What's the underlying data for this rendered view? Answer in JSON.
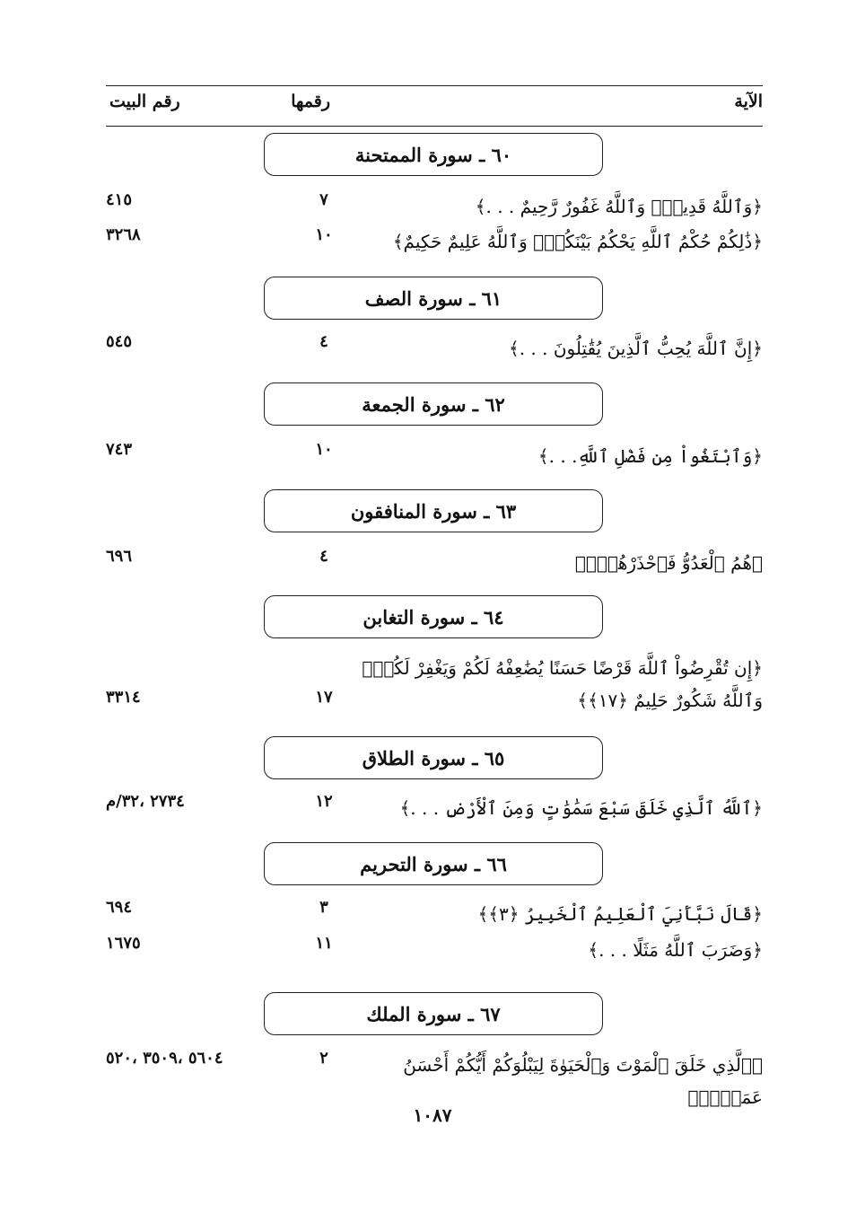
{
  "header": {
    "verse": "الآية",
    "number": "رقمها",
    "house": "رقم البيت"
  },
  "surahs": [
    {
      "title": "٦٠ ـ سورة الممتحنة",
      "rows": [
        {
          "verse": "﴿وَٱللَّهُ قَدِيرٌۚ وَٱللَّهُ غَفُورٌ رَّحِيمٌ . . .﴾",
          "num": "٧",
          "house": "٤١٥"
        },
        {
          "verse": "﴿ذَٰلِكُمْ حُكْمُ ٱللَّهِ يَحْكُمُ بَيْنَكُمْۚ وَٱللَّهُ عَلِيمٌ حَكِيمٌ﴾",
          "num": "١٠",
          "house": "٣٢٦٨"
        }
      ]
    },
    {
      "title": "٦١ ـ سورة الصف",
      "rows": [
        {
          "verse": "﴿إِنَّ ٱللَّهَ يُحِبُّ ٱلَّذِينَ يُقَٰتِلُونَ . . .﴾",
          "num": "٤",
          "house": "٥٤٥"
        }
      ]
    },
    {
      "title": "٦٢ ـ سورة الجمعة",
      "rows": [
        {
          "verse": "﴿وَٱبْتَغُواْ مِن فَضْلِ ٱللَّهِ. . .﴾",
          "num": "١٠",
          "house": "٧٤٣"
        }
      ]
    },
    {
      "title": "٦٣ ـ سورة المنافقون",
      "rows": [
        {
          "verse": "﴿هُمُ ٱلْعَدُوُّ فَٱحْذَرْهُمْۚ﴾",
          "num": "٤",
          "house": "٦٩٦"
        }
      ]
    },
    {
      "title": "٦٤ ـ سورة التغابن",
      "rows": [
        {
          "verse": "﴿إِن تُقْرِضُواْ ٱللَّهَ قَرْضًا حَسَنًا يُضَٰعِفْهُ لَكُمْ وَيَغْفِرْ لَكُمْۚ وَٱللَّهُ شَكُورٌ حَلِيمٌ ﴿١٧﴾﴾",
          "num": "١٧",
          "house": "٣٣١٤"
        }
      ]
    },
    {
      "title": "٦٥ ـ سورة الطلاق",
      "rows": [
        {
          "verse": "﴿ٱللَّهُ ٱلَّذِي خَلَقَ سَبْعَ سَمَٰوَٰتٍ وَمِنَ ٱلْأَرْضِ . . .﴾",
          "num": "١٢",
          "house": "٢٧٣٤ ،٣٢/م"
        }
      ]
    },
    {
      "title": "٦٦ ـ سورة التحريم",
      "rows": [
        {
          "verse": "﴿قَالَ نَبَّأَنِيَ ٱلْعَلِيمُ ٱلْخَبِيرُ ﴿٣﴾﴾",
          "num": "٣",
          "house": "٦٩٤"
        },
        {
          "verse": "﴿وَضَرَبَ ٱللَّهُ مَثَلًا . . .﴾",
          "num": "١١",
          "house": "١٦٧٥"
        }
      ]
    },
    {
      "title": "٦٧ ـ سورة الملك",
      "rows": [
        {
          "verse": "﴿ٱلَّذِي خَلَقَ ٱلْمَوْتَ وَٱلْحَيَوٰةَ لِيَبْلُوَكُمْ أَيُّكُمْ أَحْسَنُ عَمَلًاۚ﴾",
          "num": "٢",
          "house": "٥٦٠٤ ،٣٥٠٩ ،٥٢٠"
        }
      ]
    }
  ],
  "page_number": "١٠٨٧"
}
